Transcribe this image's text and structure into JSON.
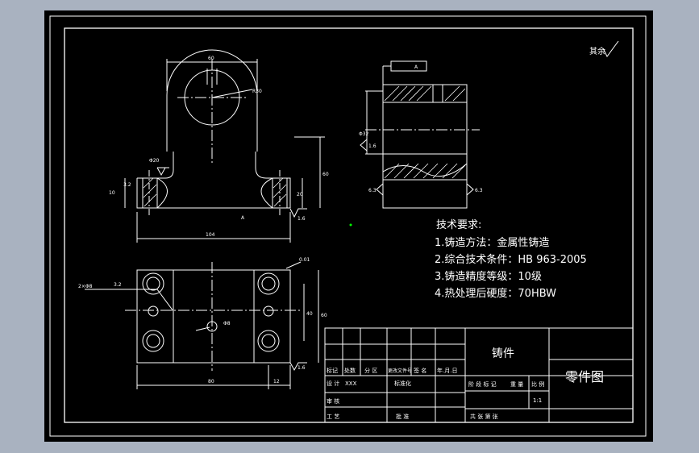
{
  "colors": {
    "frame": "#a9b2c0",
    "sheet": "#000000",
    "line": "#ffffff",
    "accent": "#00ff00"
  },
  "surface_finish": "其余",
  "tech_requirements": {
    "heading": "技术要求:",
    "items": [
      "1.铸造方法：金属性铸造",
      "2.综合技术条件：HB 963-2005",
      "3.铸造精度等级：10级",
      "4.热处理后硬度：70HBW"
    ]
  },
  "title_block": {
    "part_name": "铸件",
    "drawing_title": "零件图",
    "scale": "1:1",
    "sign_row": [
      "标记",
      "处数",
      "分 区",
      "更改文件号",
      "签 名",
      "年.月.日"
    ],
    "design": "设 计",
    "design_name": "XXX",
    "standardize": "标准化",
    "review": "审 核",
    "process": "工 艺",
    "approve": "批 准",
    "stage_mark": "阶 段 标 记",
    "weight": "重 量",
    "ratio": "比 例",
    "sheets": "共   张 第    张"
  },
  "dimensions": {
    "top_width": "60",
    "radius": "R30",
    "total_height": "60",
    "base_height": "20",
    "base_thick": "10",
    "hole_dia": "Φ20",
    "overall_length": "104",
    "plan_width": "80",
    "plan_offset": "12",
    "plan_height": "60",
    "plan_inner": "40",
    "vertical_bore": "Φ32",
    "hole_callout": "2×Φ8",
    "hole_diam_small": "Φ8",
    "finish_32": "3.2",
    "finish_16": "1.6",
    "finish_63": "6.3",
    "datum": "A",
    "tolerance": "0.01"
  }
}
